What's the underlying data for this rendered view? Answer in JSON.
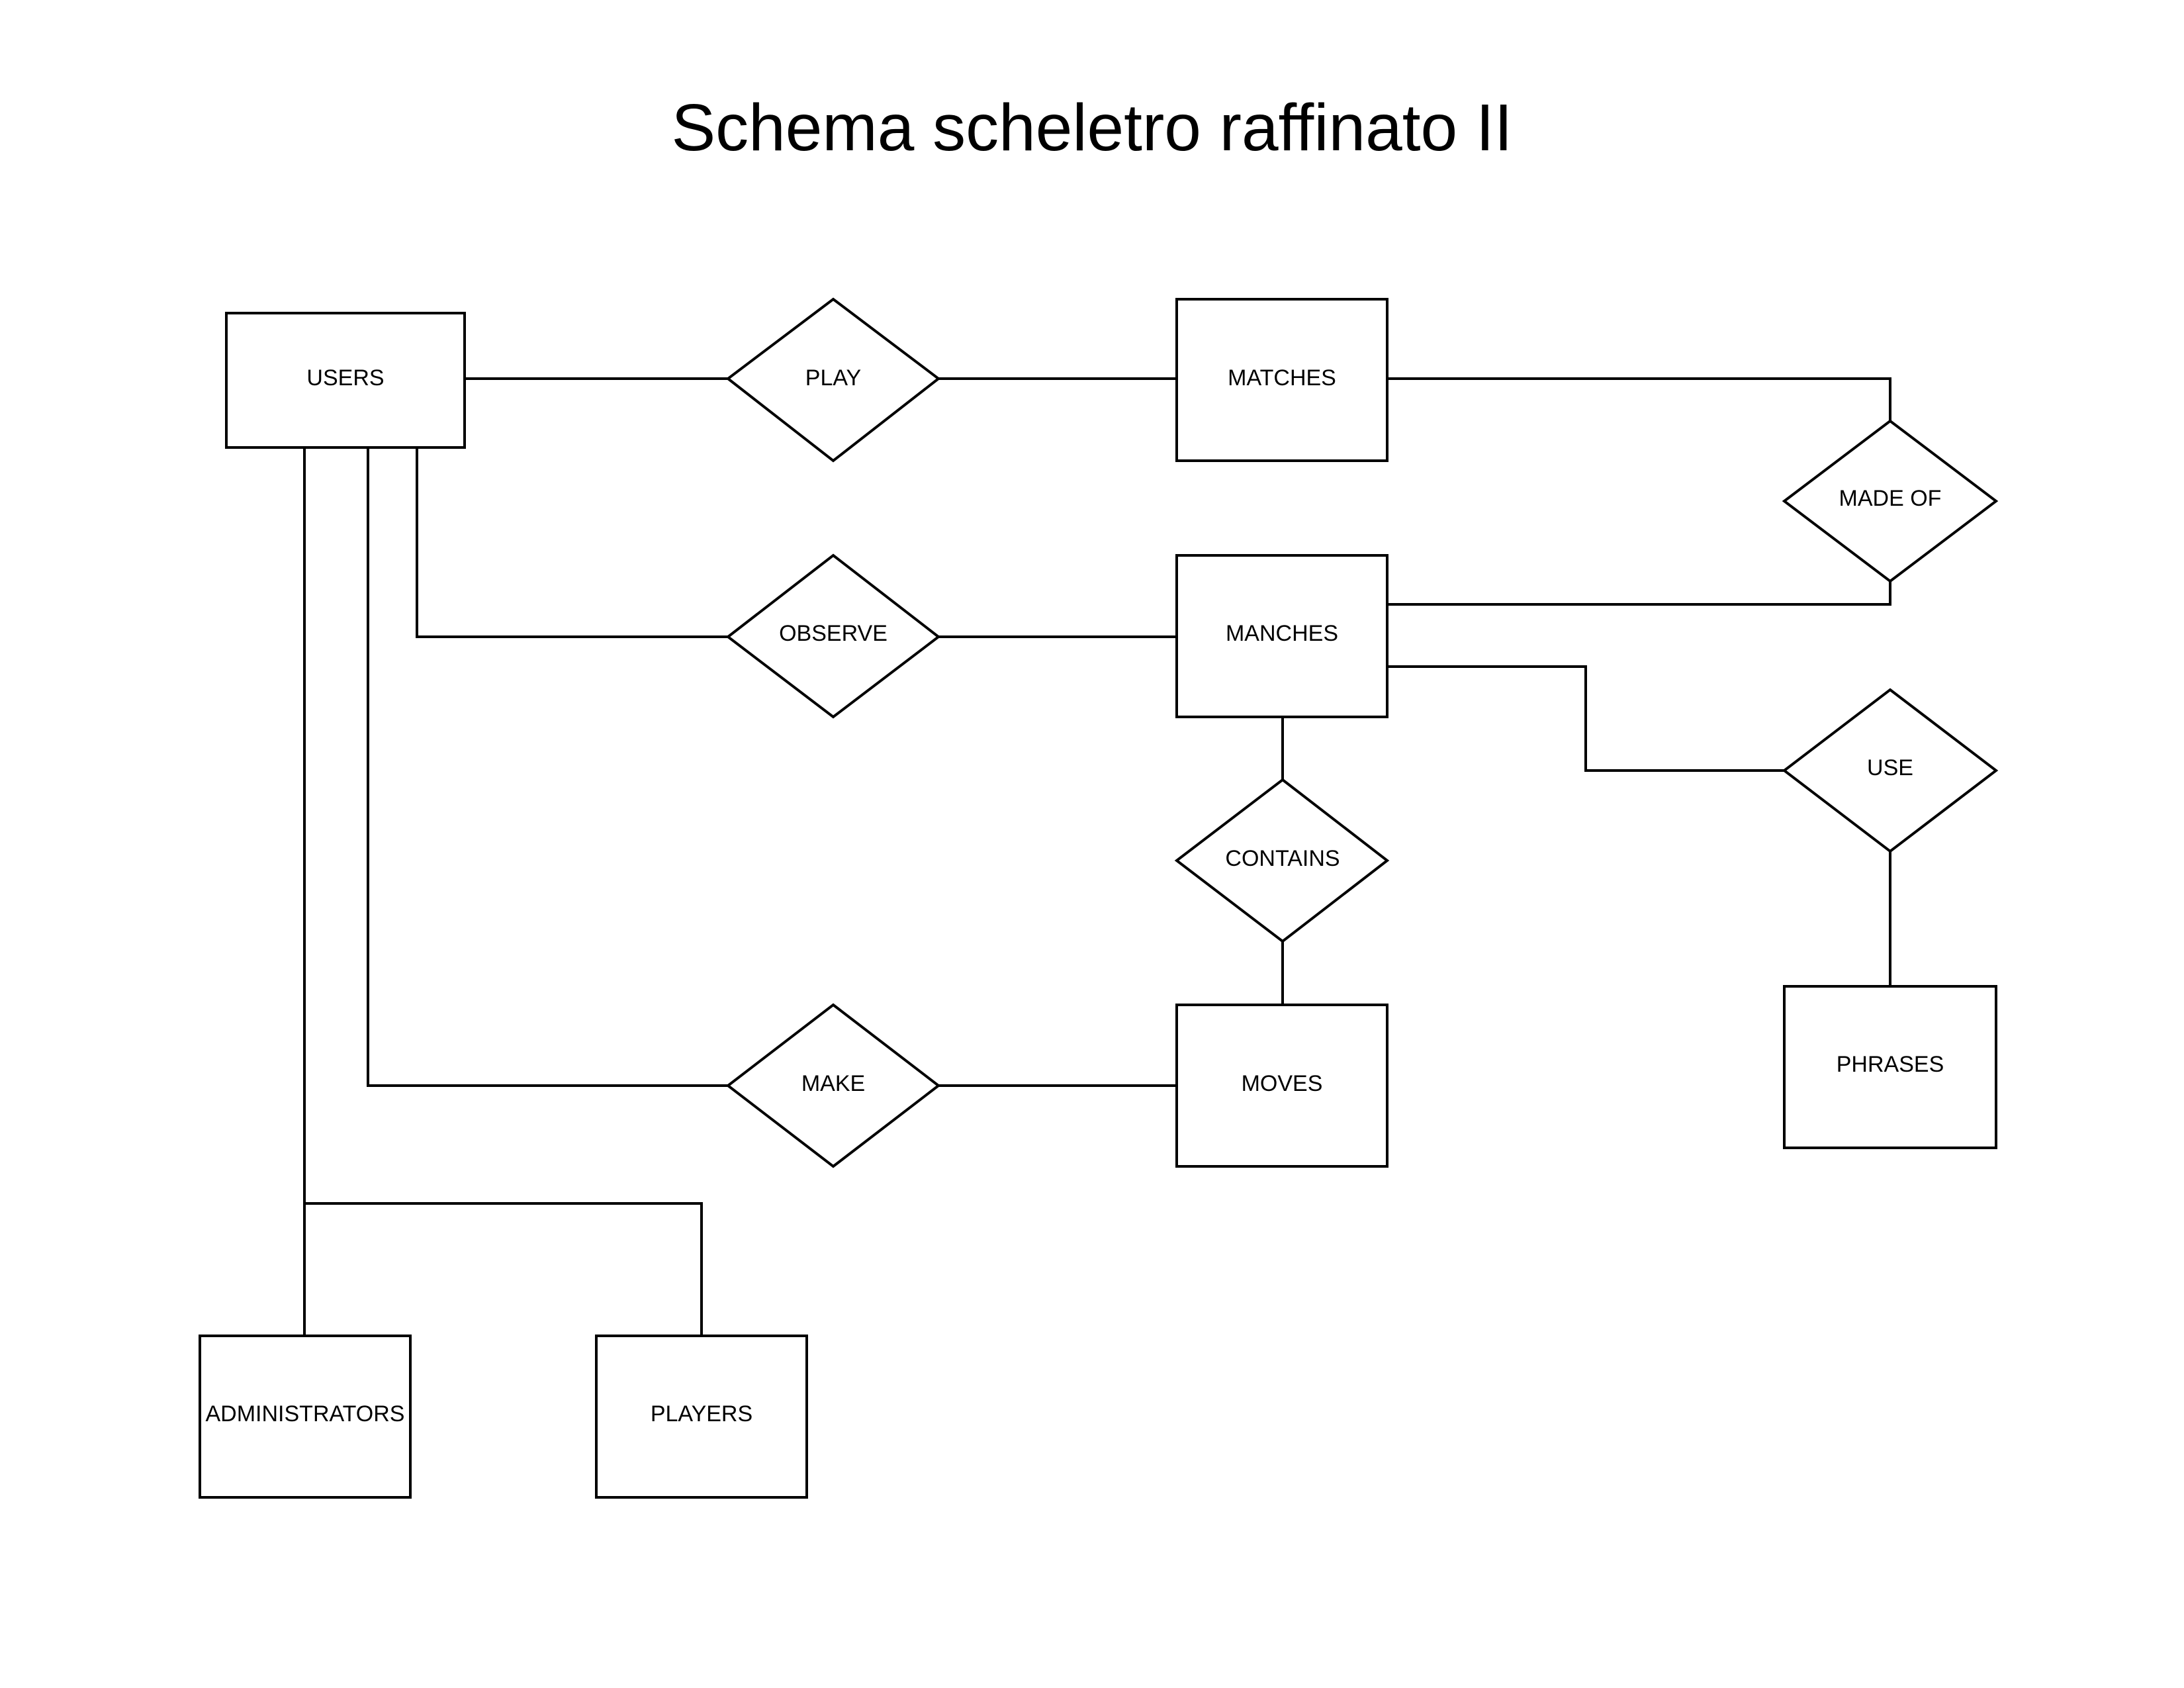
{
  "title": "Schema scheletro raffinato II",
  "entities": {
    "users": "USERS",
    "matches": "MATCHES",
    "manches": "MANCHES",
    "moves": "MOVES",
    "phrases": "PHRASES",
    "administrators": "ADMINISTRATORS",
    "players": "PLAYERS"
  },
  "relationships": {
    "play": "PLAY",
    "observe": "OBSERVE",
    "make": "MAKE",
    "made_of": "MADE OF",
    "contains": "CONTAINS",
    "use": "USE"
  },
  "colors": {
    "stroke": "#000000",
    "background": "#ffffff"
  }
}
